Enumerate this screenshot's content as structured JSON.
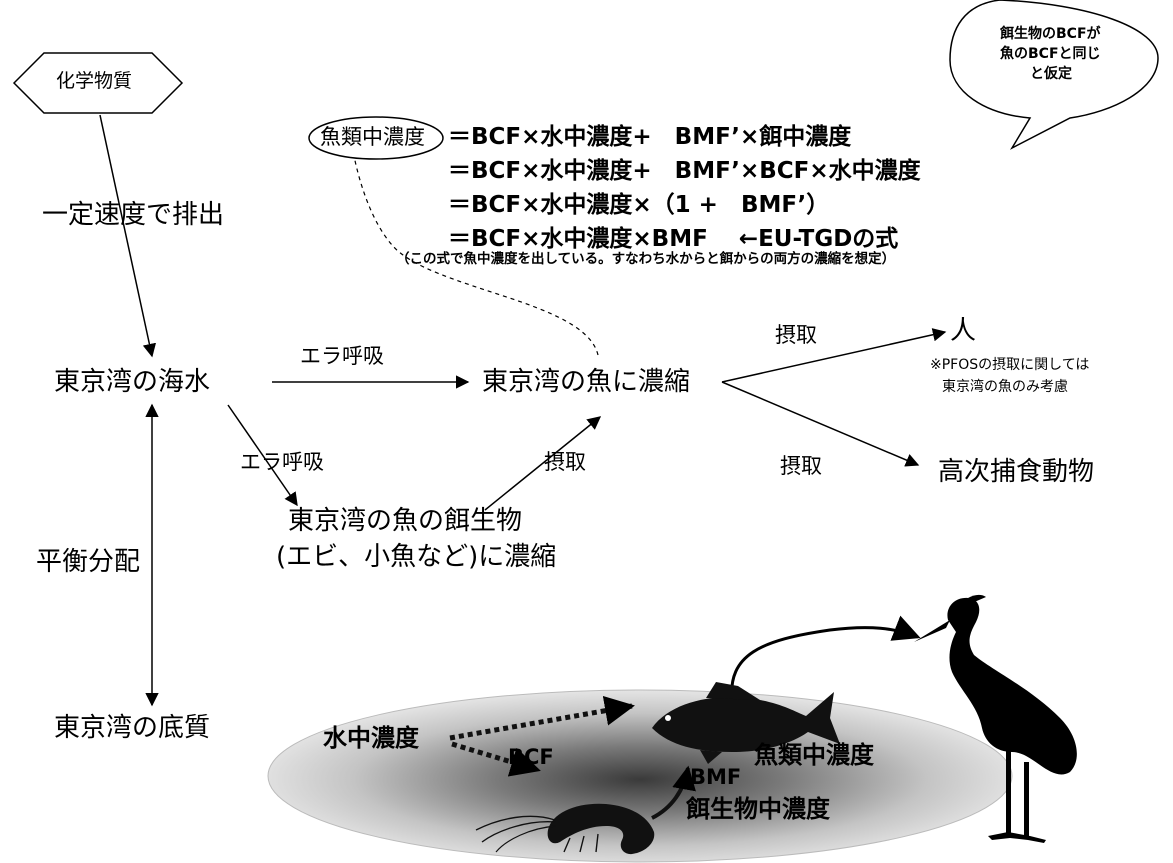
{
  "nodes": {
    "chemical": "化学物質",
    "seawater": "東京湾の海水",
    "fish": "東京湾の魚に濃縮",
    "prey_line1": "東京湾の魚の餌生物",
    "prey_line2": "(エビ、小魚など)に濃縮",
    "sediment": "東京湾の底質",
    "human": "人",
    "predator": "高次捕食動物"
  },
  "edges": {
    "emission": "一定速度で排出",
    "gill_1": "エラ呼吸",
    "gill_2": "エラ呼吸",
    "intake_prey": "摂取",
    "intake_human": "摂取",
    "intake_predator": "摂取",
    "equilibrium": "平衡分配"
  },
  "human_note": {
    "line1": "※PFOSの摂取に関しては",
    "line2": "東京湾の魚のみ考慮"
  },
  "equations": {
    "label": "魚類中濃度",
    "line1": "＝BCF×水中濃度+　BMF’×餌中濃度",
    "line2": "＝BCF×水中濃度+　BMF’×BCF×水中濃度",
    "line3": "＝BCF×水中濃度×（1 +　BMF’）",
    "line4": "＝BCF×水中濃度×BMF　 ←EU-TGDの式",
    "note": "（この式で魚中濃度を出している。すなわち水からと餌からの両方の濃縮を想定）"
  },
  "speech_bubble": {
    "line1": "餌生物のBCFが",
    "line2": "魚のBCFと同じ",
    "line3": "と仮定"
  },
  "illustration": {
    "water": "水中濃度",
    "bcf": "BCF",
    "bmf": "BMF",
    "fish_conc": "魚類中濃度",
    "prey_conc": "餌生物中濃度"
  }
}
